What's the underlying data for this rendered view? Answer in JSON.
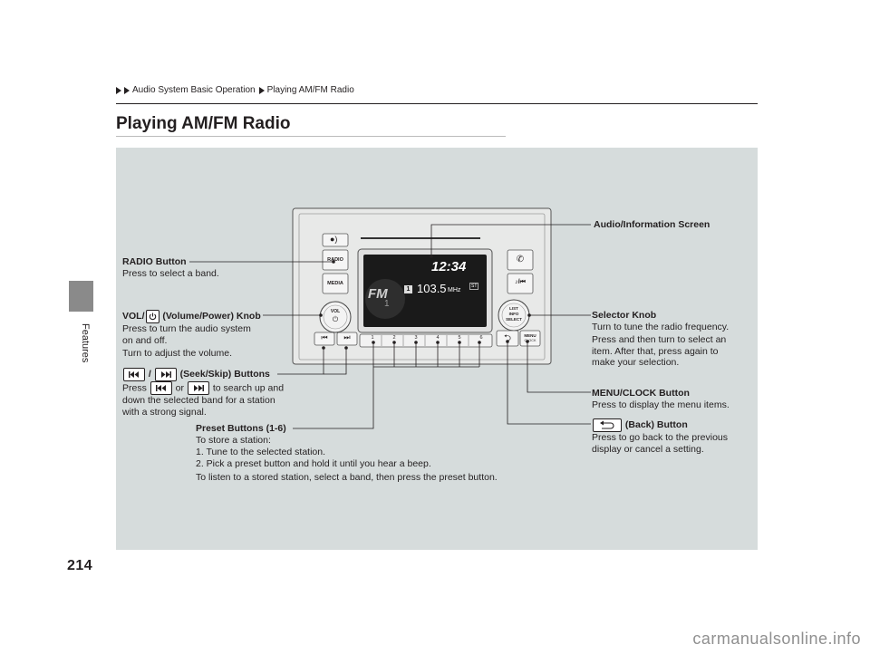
{
  "breadcrumb": {
    "item1": "Audio System Basic Operation",
    "item2": "Playing AM/FM Radio"
  },
  "page_title": "Playing AM/FM Radio",
  "sidebar": {
    "section": "Features"
  },
  "page_number": "214",
  "display": {
    "clock": "12:34",
    "frequency": "103.5",
    "unit": "MHz",
    "band": "FM",
    "sub_band": "1",
    "preset": "1"
  },
  "unit_buttons": {
    "radio": "RADIO",
    "media": "MEDIA",
    "vol": "VOL",
    "list": "LIST",
    "info": "INFO",
    "select": "SELECT",
    "menu": "MENU",
    "clock": "CLOCK",
    "presets": [
      "1",
      "2",
      "3",
      "4",
      "5",
      "6"
    ]
  },
  "callouts": {
    "radio": {
      "title": "RADIO Button",
      "desc": "Press to select a band."
    },
    "vol": {
      "title_prefix": "VOL/",
      "title_suffix": " (Volume/Power) Knob",
      "line1": "Press to turn the audio system",
      "line2": "on and off.",
      "line3": "Turn to adjust the volume."
    },
    "seek": {
      "sep": "/",
      "title_suffix": " (Seek/Skip) Buttons",
      "l1_prefix": "Press ",
      "l1_or": " or ",
      "l1_suffix": " to search up and",
      "line2": "down the selected band for a station",
      "line3": "with a strong signal."
    },
    "preset": {
      "title": "Preset Buttons (1-6)",
      "line1": "To store a station:",
      "line2": "1.  Tune to the selected station.",
      "line3": "2.  Pick a preset button and hold it until you hear a beep.",
      "line4": "To listen to a stored station, select a band, then press the preset button."
    },
    "screen": {
      "title": "Audio/Information Screen"
    },
    "selector": {
      "title": "Selector Knob",
      "line1": "Turn to tune the radio frequency.",
      "line2": "Press and then turn to select an",
      "line3": "item. After that, press again to",
      "line4": "make your selection."
    },
    "menu": {
      "title": "MENU/CLOCK Button",
      "desc": "Press to display the menu items."
    },
    "back": {
      "title_suffix": " (Back) Button",
      "line1": "Press to go back to the previous",
      "line2": "display or cancel a setting."
    }
  },
  "footer": "carmanualsonline.info",
  "colors": {
    "panel": "#d6dcdc",
    "tab": "#8a8a8a",
    "unit": "#e3e3e3",
    "screen": "#1a1a1a"
  }
}
